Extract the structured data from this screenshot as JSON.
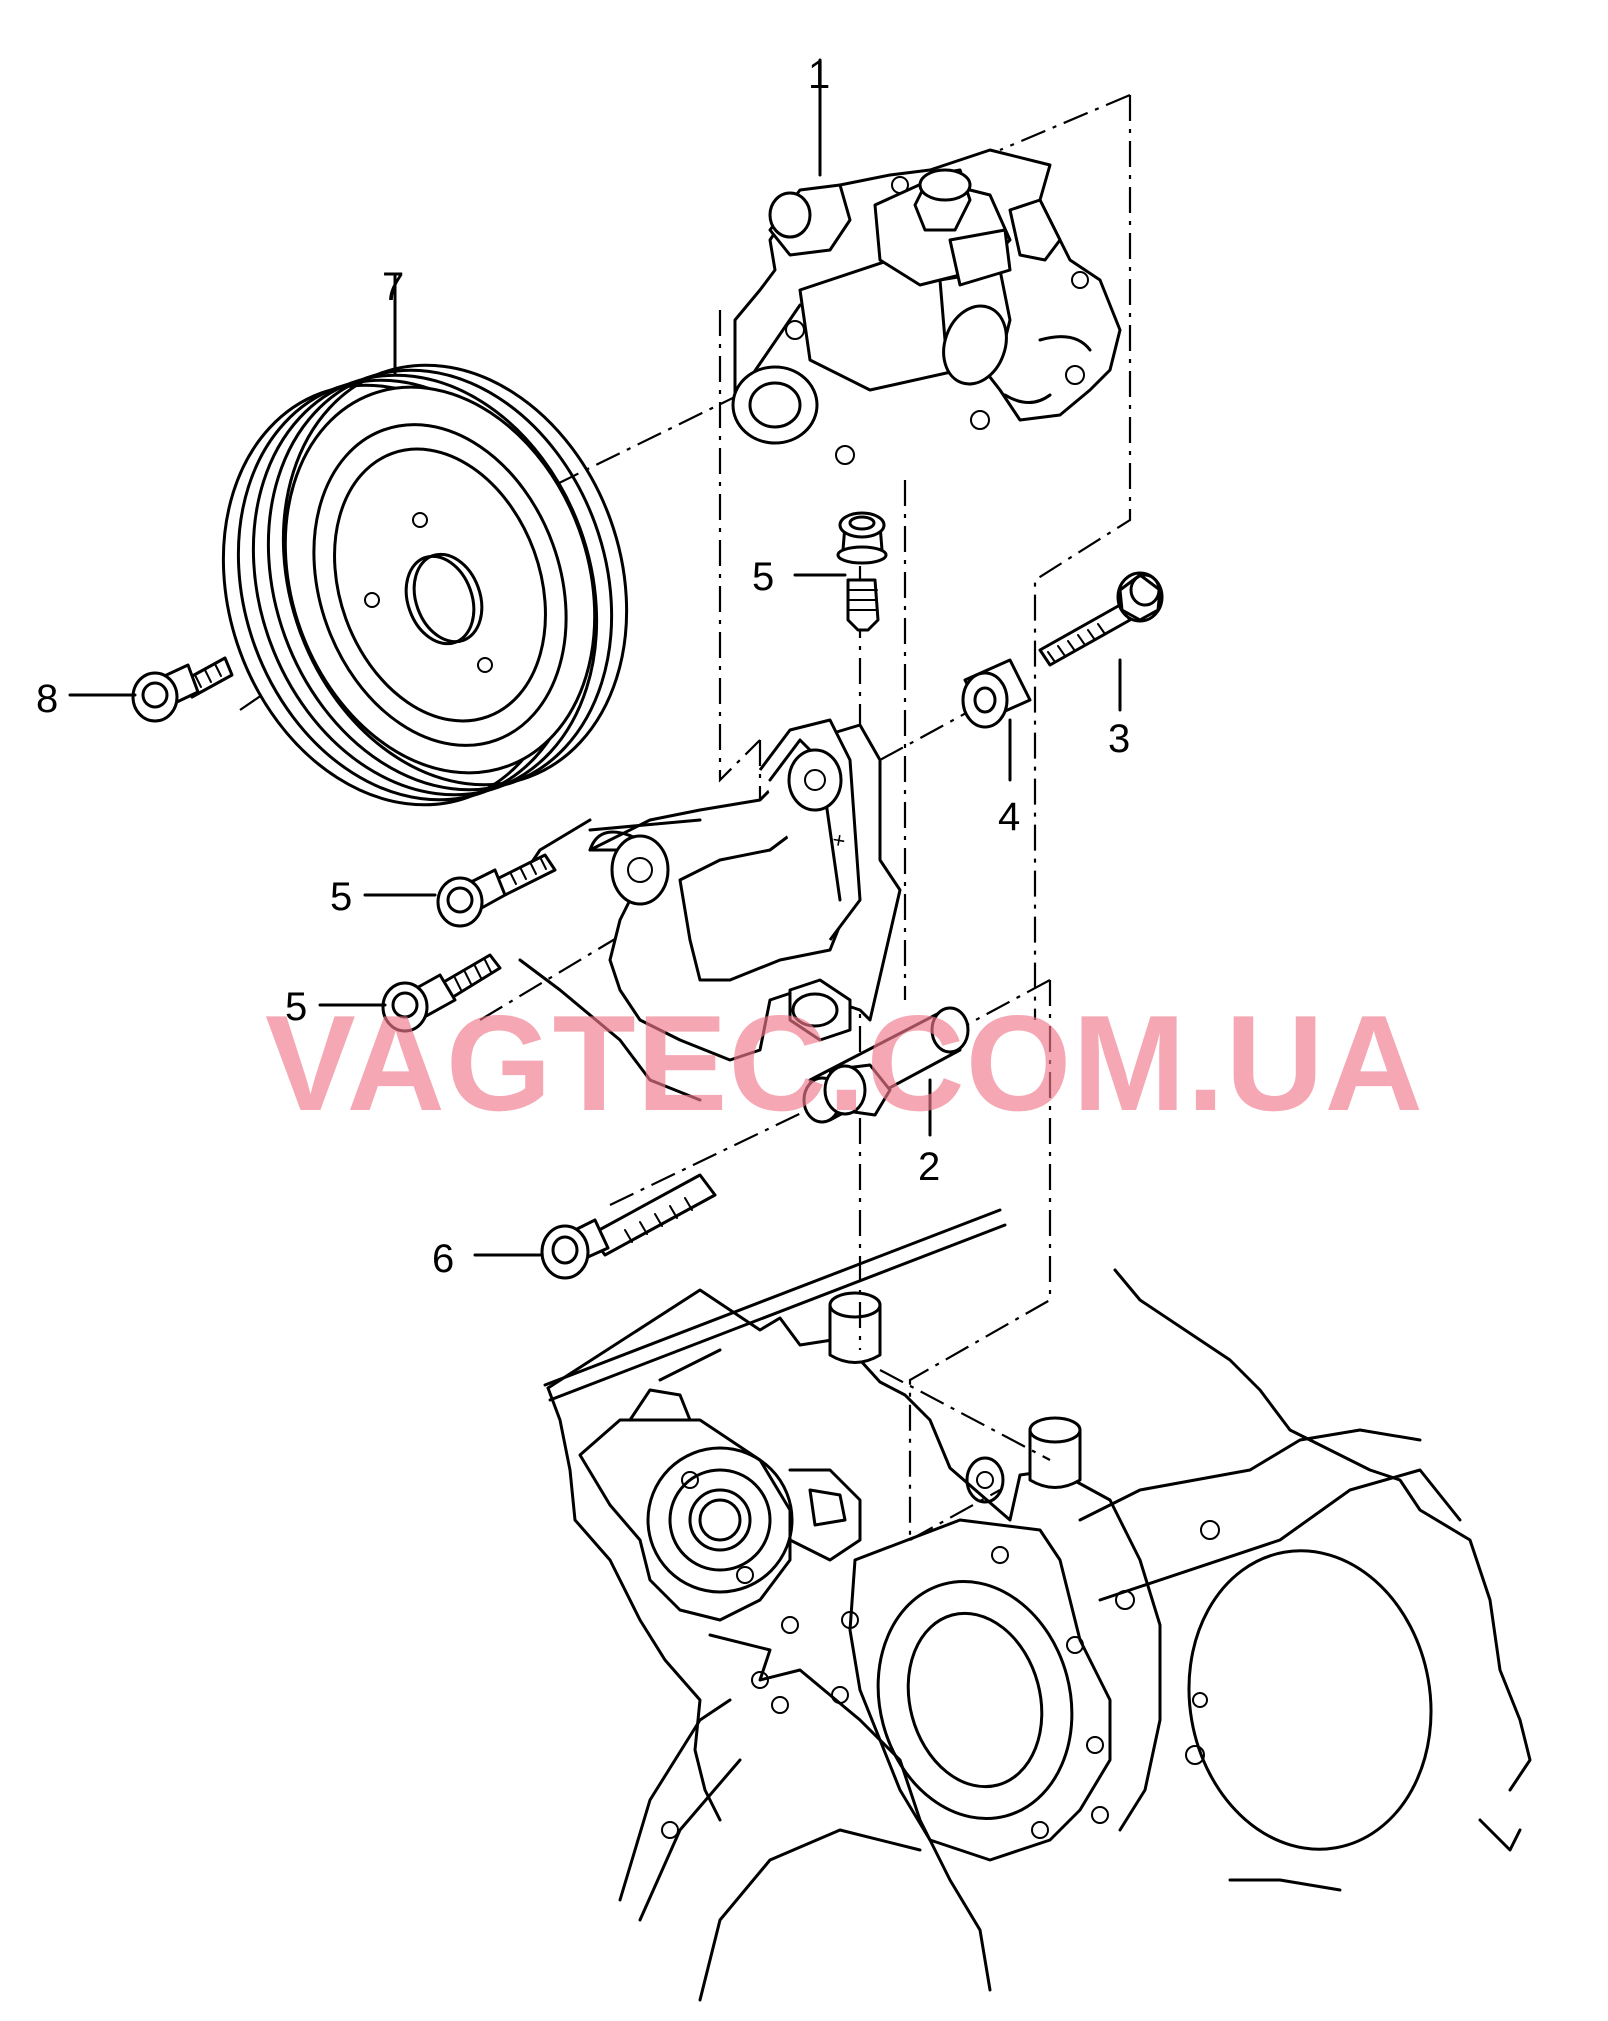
{
  "diagram": {
    "callouts": [
      {
        "id": "1",
        "text": "1"
      },
      {
        "id": "2",
        "text": "2"
      },
      {
        "id": "3",
        "text": "3"
      },
      {
        "id": "4",
        "text": "4"
      },
      {
        "id": "5a",
        "text": "5"
      },
      {
        "id": "5b",
        "text": "5"
      },
      {
        "id": "5c",
        "text": "5"
      },
      {
        "id": "6",
        "text": "6"
      },
      {
        "id": "7",
        "text": "7"
      },
      {
        "id": "8",
        "text": "8"
      }
    ],
    "watermark": "VAGTEC.COM.UA",
    "watermark_color": "#f07a8c",
    "line_color": "#000000",
    "background": "#ffffff"
  }
}
